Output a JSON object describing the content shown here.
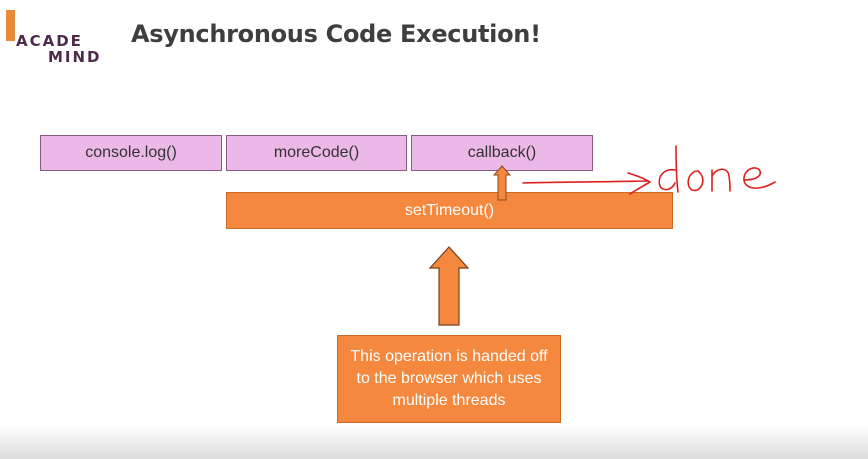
{
  "logo": {
    "line1": "ACADE",
    "line2": "MIND"
  },
  "title": "Asynchronous Code Execution!",
  "stack": [
    {
      "label": "console.log()"
    },
    {
      "label": "moreCode()"
    },
    {
      "label": "callback()"
    }
  ],
  "timeout_label": "setTimeout()",
  "note": "This operation is handed off to the browser which uses multiple threads",
  "annotation": "done",
  "colors": {
    "stack_fill": "#ebb8e8",
    "orange": "#f3883e",
    "ink": "#e0201f",
    "logo": "#4e2a4c"
  }
}
